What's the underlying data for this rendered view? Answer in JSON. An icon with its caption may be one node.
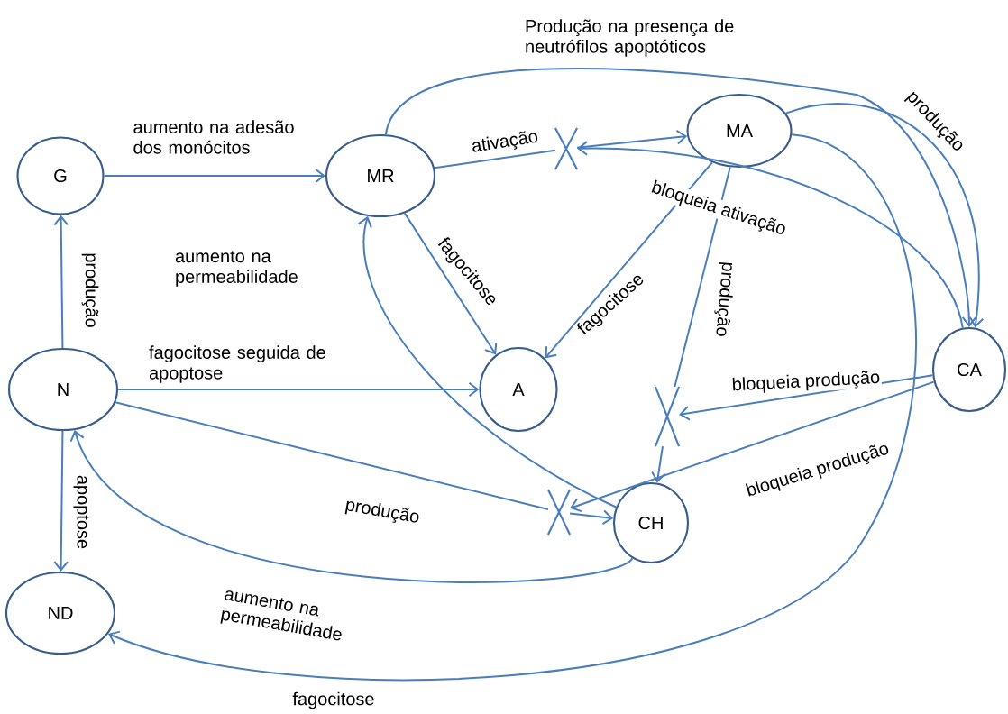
{
  "diagram": {
    "nodes": [
      {
        "text": [
          "G"
        ]
      },
      {
        "text": [
          "MR"
        ]
      },
      {
        "text": [
          "MA"
        ]
      },
      {
        "text": [
          "N"
        ]
      },
      {
        "text": [
          "A"
        ]
      },
      {
        "text": [
          "CA"
        ]
      },
      {
        "text": [
          "CH"
        ]
      },
      {
        "text": [
          "ND"
        ]
      },
      {
        "text": [],
        "shape": "cross"
      },
      {
        "text": [],
        "shape": "cross"
      },
      {
        "text": [],
        "shape": "cross"
      }
    ],
    "edges": [
      {
        "from": 0,
        "to": 1,
        "arrow": "to",
        "label": "aumento na adesão dos monócitos"
      },
      {
        "from": 3,
        "to": 0,
        "arrow": "to",
        "label": "produção"
      },
      {
        "from": 1,
        "to": 8,
        "arrow": "none",
        "label": "ativação"
      },
      {
        "from": 8,
        "to": 2,
        "arrow": "to"
      },
      {
        "from": 1,
        "to": 5,
        "arrow": "to",
        "label": "Produção na presença de neutrófilos apoptóticos"
      },
      {
        "from": 2,
        "to": 5,
        "arrow": "to",
        "label": "produção"
      },
      {
        "from": 5,
        "to": 8,
        "arrow": "to",
        "label": "bloqueia ativação"
      },
      {
        "from": 1,
        "to": 4,
        "arrow": "to",
        "label": "fagocitose"
      },
      {
        "from": 2,
        "to": 4,
        "arrow": "to",
        "label": "fagocitose"
      },
      {
        "from": 2,
        "to": 9,
        "arrow": "none",
        "label": "produção"
      },
      {
        "from": 9,
        "to": 6,
        "arrow": "to"
      },
      {
        "from": 3,
        "to": 4,
        "arrow": "to",
        "label": "fagocitose seguida de apoptose"
      },
      {
        "from": 5,
        "to": 9,
        "arrow": "to",
        "label": "bloqueia produção"
      },
      {
        "from": 5,
        "to": 10,
        "arrow": "to",
        "label": "bloqueia produção"
      },
      {
        "from": 3,
        "to": 10,
        "arrow": "none",
        "label": "produção"
      },
      {
        "from": 10,
        "to": 6,
        "arrow": "to"
      },
      {
        "from": 6,
        "to": 1,
        "arrow": "to",
        "label": "aumento na permeabilidade"
      },
      {
        "from": 6,
        "to": 3,
        "arrow": "to",
        "label": "aumento na permeabilidade"
      },
      {
        "from": 3,
        "to": 7,
        "arrow": "to",
        "label": "apoptose"
      },
      {
        "from": 2,
        "to": 7,
        "arrow": "to",
        "label": "fagocitose"
      }
    ]
  }
}
